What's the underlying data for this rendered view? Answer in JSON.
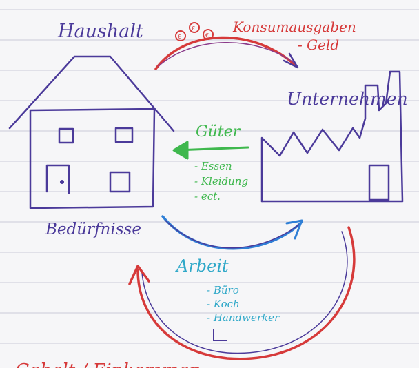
{
  "labels": {
    "haushalt": "Haushalt",
    "unternehmen": "Unternehmen",
    "konsumausgaben": "Konsumausgaben",
    "geld": "- Geld",
    "gueter": "Güter",
    "gueter_items": [
      "- Essen",
      "- Kleidung",
      "- ect."
    ],
    "beduerfnisse": "Bedürfnisse",
    "arbeit": "Arbeit",
    "arbeit_items": [
      "- Büro",
      "- Koch",
      "- Handwerker"
    ],
    "bottom_partial": "Gehalt / Einkommen",
    "coin_symbol": "€"
  },
  "colors": {
    "paper": "#f6f6f8",
    "ruled_line": "#c9cbd8",
    "purple_ink": "#4b3a9a",
    "red_ink": "#d63a3a",
    "green_ink": "#3fb84e",
    "blue_ink": "#2f7fd6",
    "teal_ink": "#2fa8c8"
  }
}
